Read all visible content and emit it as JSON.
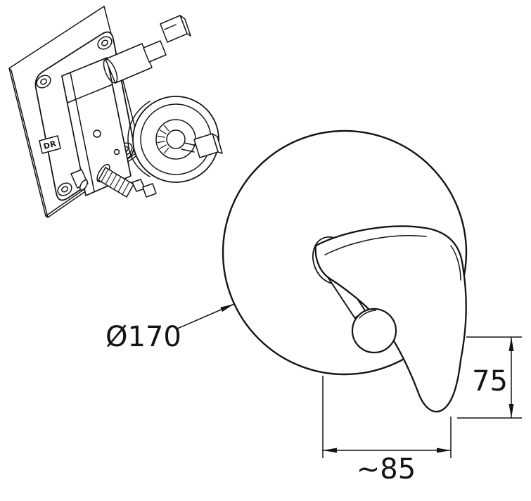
{
  "page": {
    "background_color": "#ffffff",
    "line_color": "#141414"
  },
  "drawing": {
    "type": "technical-line-drawing",
    "labels": {
      "diameter": "Ø170",
      "projection_height": "75",
      "projection_width": "~85",
      "body_mark": "DR"
    },
    "parts": {
      "rough_in_valve": "concealed-valve-body",
      "wall_plate": "mounting-plate-with-screw-holes",
      "trim_plate": "round-escutcheon",
      "handle": "single-lever-handle",
      "knob": "ball-knob"
    }
  }
}
